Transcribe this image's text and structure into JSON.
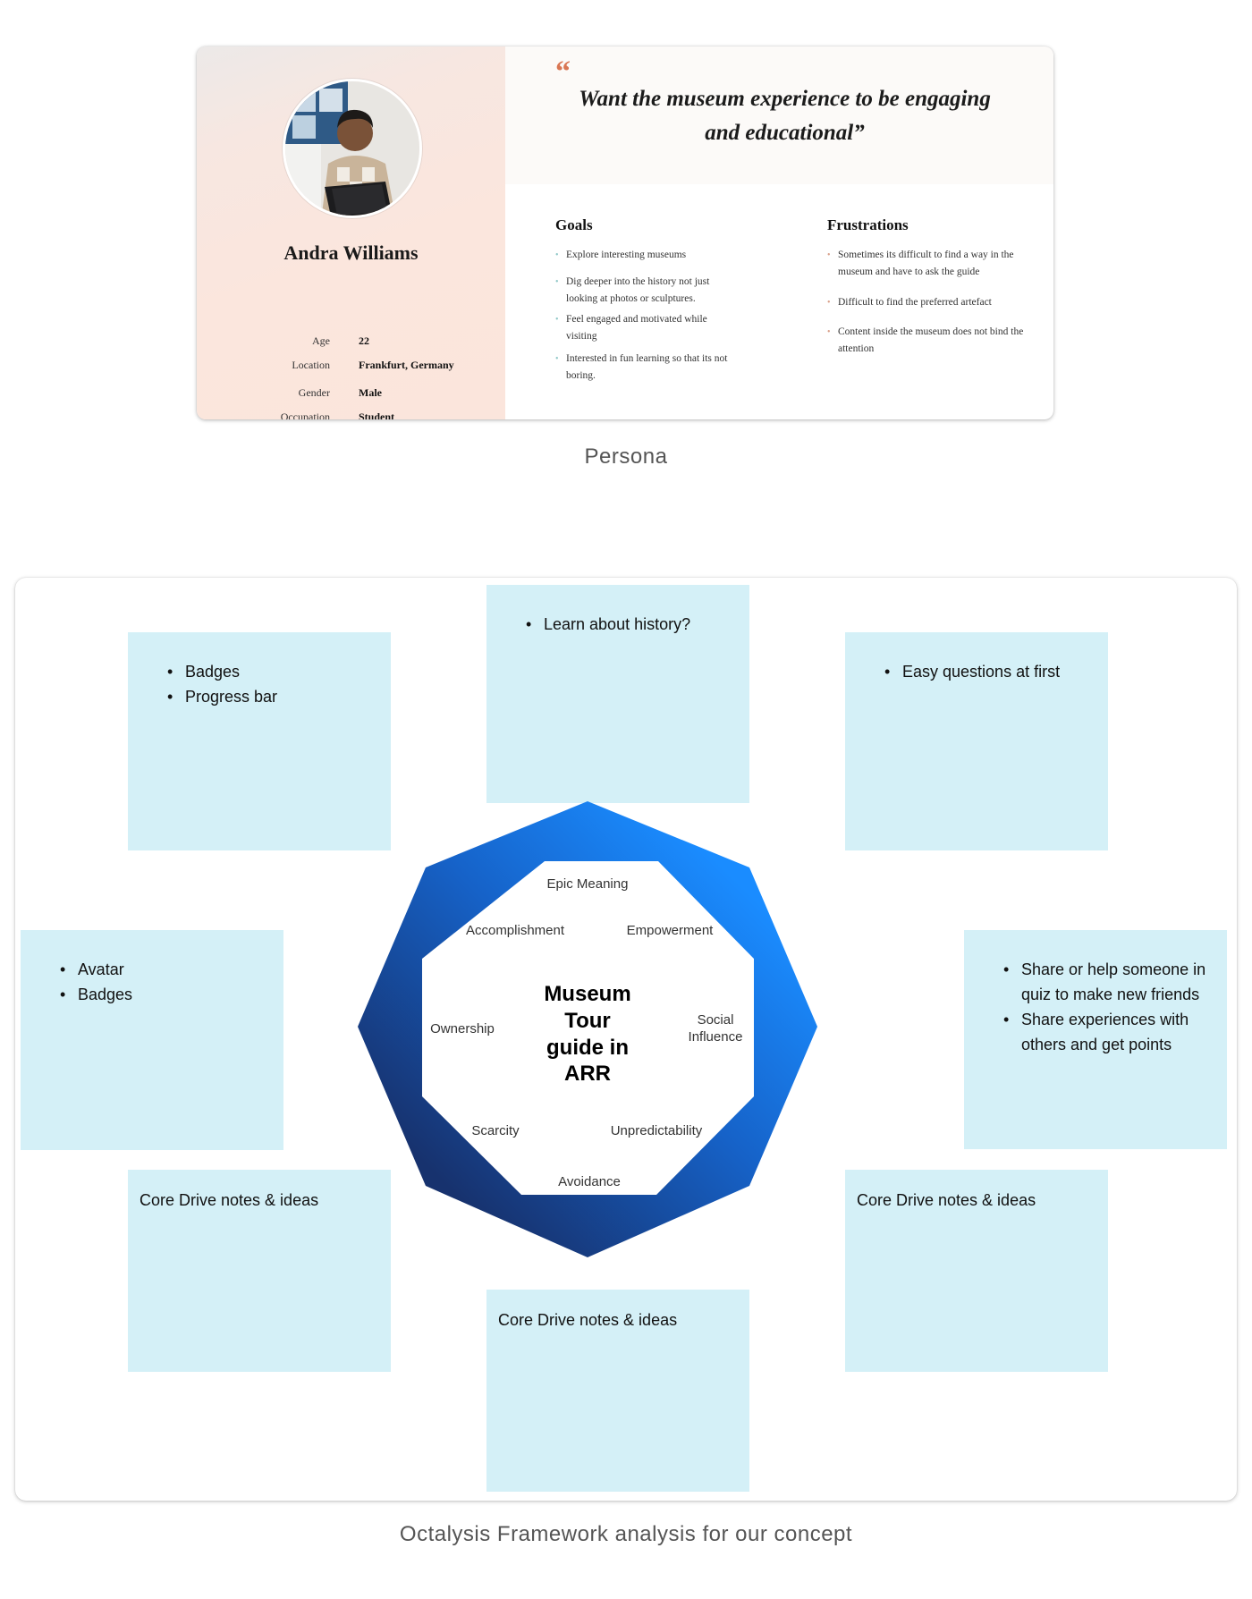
{
  "persona": {
    "name": "Andra Williams",
    "attributes": [
      {
        "label": "Age",
        "value": "22"
      },
      {
        "label": "Location",
        "value": "Frankfurt, Germany"
      },
      {
        "label": "Gender",
        "value": "Male"
      },
      {
        "label": "Occupation",
        "value": "Student"
      }
    ],
    "quote_mark": "“",
    "quote_line1": "Want the museum experience to be engaging",
    "quote_line2": "and educational”",
    "goals_title": "Goals",
    "goals": [
      "Explore interesting museums",
      "Dig deeper into the history not just looking at photos or sculptures.",
      "Feel engaged and motivated while visiting",
      "Interested in fun learning so that its not boring."
    ],
    "frustrations_title": "Frustrations",
    "frustrations": [
      "Sometimes its difficult to find a way in the museum and have to ask the guide",
      "Difficult to find the preferred artefact",
      "Content inside the museum does not bind the attention"
    ],
    "caption": "Persona"
  },
  "octalysis": {
    "center_lines": [
      "Museum",
      "Tour",
      "guide in",
      "ARR"
    ],
    "drives": {
      "epic_meaning": "Epic Meaning",
      "empowerment": "Empowerment",
      "social_influence_1": "Social",
      "social_influence_2": "Influence",
      "unpredictability": "Unpredictability",
      "avoidance": "Avoidance",
      "scarcity": "Scarcity",
      "ownership": "Ownership",
      "accomplishment": "Accomplishment"
    },
    "stickies": {
      "top": [
        "Learn about history?"
      ],
      "top_left": [
        "Badges",
        "Progress bar"
      ],
      "top_right": [
        "Easy questions at first"
      ],
      "left": [
        "Avatar",
        "Badges"
      ],
      "right": [
        "Share or help someone in quiz to make new friends",
        "Share experiences with others and get points"
      ],
      "bottom_left_note": "Core Drive notes & ideas",
      "bottom_note": "Core Drive notes & ideas",
      "bottom_right_note": "Core Drive notes & ideas"
    },
    "colors": {
      "sticky": "#d4f0f7",
      "octagon_light": "#1a8cff",
      "octagon_dark": "#17326e"
    },
    "caption": "Octalysis Framework analysis for our concept"
  }
}
